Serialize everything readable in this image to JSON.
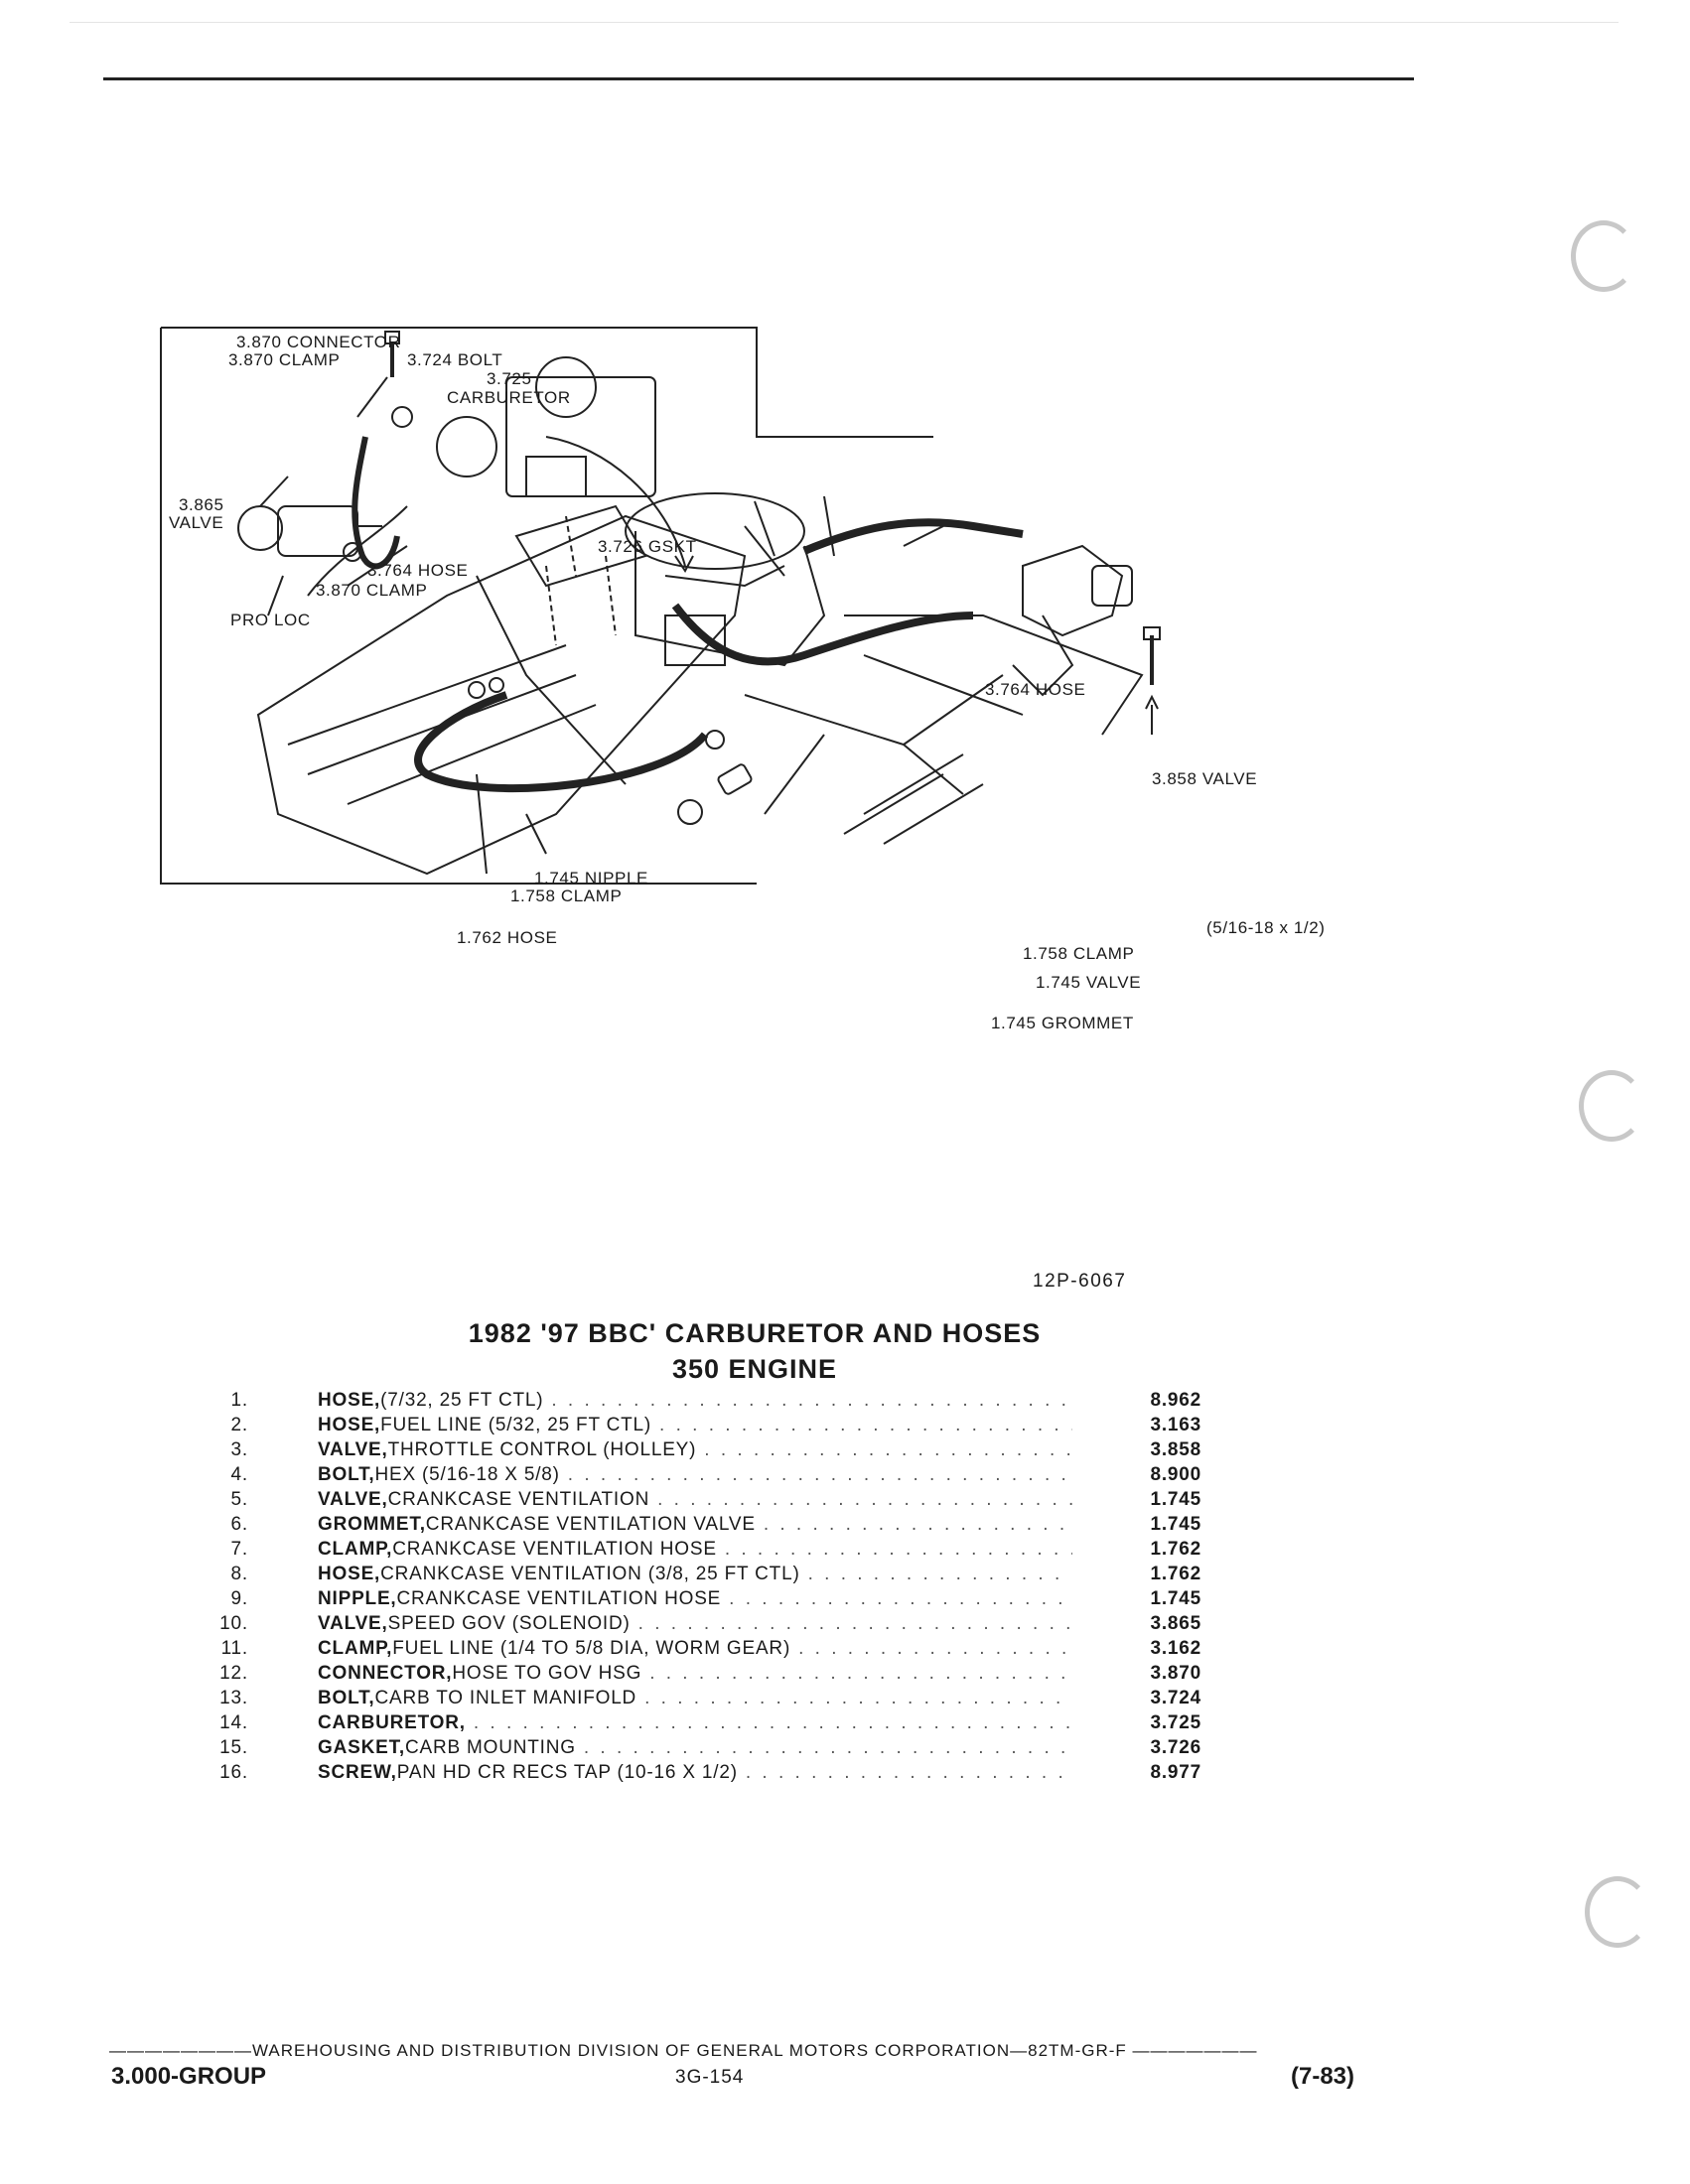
{
  "labels": {
    "connector_3870": "3.870 CONNECTOR",
    "clamp_3870_top": "3.870 CLAMP",
    "bolt_3724": "3.724 BOLT",
    "carb_num_3725": "3.725",
    "carb_word": "CARBURETOR",
    "valve_num_3865": "3.865",
    "valve_word": "VALVE",
    "hose_3764_inset": "3.764 HOSE",
    "clamp_3870_bottom": "3.870 CLAMP",
    "gskt_3726": "3.726 GSKT",
    "pro_loc": "PRO LOC",
    "hose_3764_main": "3.764 HOSE",
    "valve_3858": "3.858 VALVE",
    "nipple_1745": "1.745 NIPPLE",
    "clamp_1758_left": "1.758 CLAMP",
    "hose_1762": "1.762 HOSE",
    "clamp_1758_right": "1.758 CLAMP",
    "valve_1745": "1.745 VALVE",
    "grommet_1745": "1.745 GROMMET",
    "bolt_size": "(5/16-18 x 1/2)"
  },
  "figure_code": "12P-6067",
  "title": {
    "line1": "1982 '97 BBC' CARBURETOR AND HOSES",
    "line2": "350 ENGINE"
  },
  "parts": [
    {
      "num": "1.",
      "name": "HOSE,",
      "desc": " (7/32, 25 FT CTL)",
      "group": "8.962"
    },
    {
      "num": "2.",
      "name": "HOSE,",
      "desc": " FUEL LINE (5/32, 25 FT CTL)",
      "group": "3.163"
    },
    {
      "num": "3.",
      "name": "VALVE,",
      "desc": " THROTTLE CONTROL (HOLLEY)",
      "group": "3.858"
    },
    {
      "num": "4.",
      "name": "BOLT,",
      "desc": " HEX (5/16-18 X 5/8)",
      "group": "8.900"
    },
    {
      "num": "5.",
      "name": "VALVE,",
      "desc": " CRANKCASE VENTILATION",
      "group": "1.745"
    },
    {
      "num": "6.",
      "name": "GROMMET,",
      "desc": " CRANKCASE VENTILATION VALVE",
      "group": "1.745"
    },
    {
      "num": "7.",
      "name": "CLAMP,",
      "desc": " CRANKCASE VENTILATION HOSE",
      "group": "1.762"
    },
    {
      "num": "8.",
      "name": "HOSE,",
      "desc": " CRANKCASE VENTILATION (3/8, 25 FT CTL)",
      "group": "1.762"
    },
    {
      "num": "9.",
      "name": "NIPPLE,",
      "desc": " CRANKCASE VENTILATION HOSE",
      "group": "1.745"
    },
    {
      "num": "10.",
      "name": "VALVE,",
      "desc": " SPEED GOV (SOLENOID)",
      "group": "3.865"
    },
    {
      "num": "11.",
      "name": "CLAMP,",
      "desc": " FUEL LINE (1/4 TO 5/8 DIA, WORM GEAR)",
      "group": "3.162"
    },
    {
      "num": "12.",
      "name": "CONNECTOR,",
      "desc": " HOSE TO GOV HSG",
      "group": "3.870"
    },
    {
      "num": "13.",
      "name": "BOLT,",
      "desc": " CARB TO INLET MANIFOLD",
      "group": "3.724"
    },
    {
      "num": "14.",
      "name": "CARBURETOR,",
      "desc": "",
      "group": "3.725"
    },
    {
      "num": "15.",
      "name": "GASKET,",
      "desc": " CARB MOUNTING",
      "group": "3.726"
    },
    {
      "num": "16.",
      "name": "SCREW,",
      "desc": " PAN HD CR RECS TAP (10-16 X 1/2)",
      "group": "8.977"
    }
  ],
  "footer": {
    "line": "————————WAREHOUSING AND DISTRIBUTION DIVISION OF GENERAL MOTORS CORPORATION—82TM-GR-F ———————",
    "group": "3.000-GROUP",
    "page": "3G-154",
    "date": "(7-83)"
  }
}
